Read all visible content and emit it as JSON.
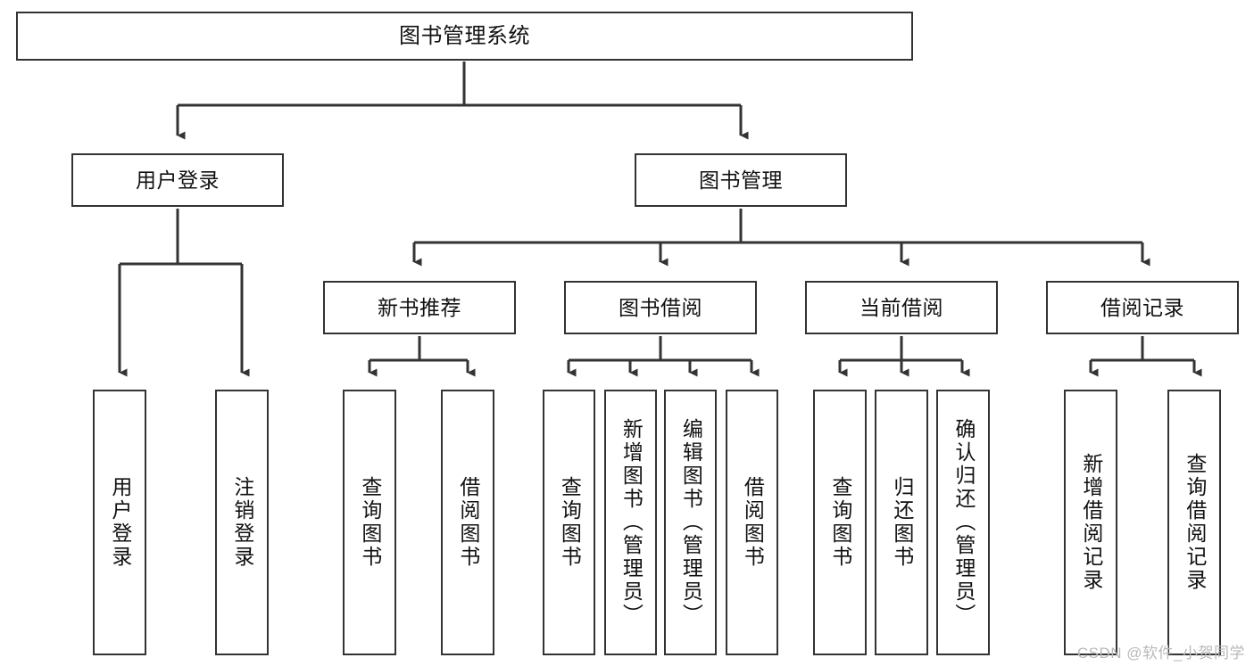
{
  "diagram": {
    "type": "tree-hierarchy",
    "title": "图书管理系统",
    "watermark": "CSDN @软件_小贺同学",
    "colors": {
      "node_border": "#333333",
      "node_fill": "#ffffff",
      "connector": "#333333",
      "text": "#111111",
      "watermark": "#b9b9b9",
      "background": "#ffffff"
    },
    "levels": {
      "root": "图书管理系统",
      "level2": [
        "用户登录",
        "图书管理"
      ],
      "level3": [
        "新书推荐",
        "图书借阅",
        "当前借阅",
        "借阅记录"
      ]
    },
    "nodes": {
      "root": {
        "label": "图书管理系统"
      },
      "user_login": {
        "label": "用户登录"
      },
      "book_manage": {
        "label": "图书管理"
      },
      "new_book_rec": {
        "label": "新书推荐"
      },
      "book_borrow": {
        "label": "图书借阅"
      },
      "current_borrow": {
        "label": "当前借阅"
      },
      "borrow_record": {
        "label": "借阅记录"
      },
      "leaf_user_login": {
        "label": "用户登录"
      },
      "leaf_logout": {
        "label": "注销登录"
      },
      "leaf_query_book_1": {
        "label": "查询图书"
      },
      "leaf_borrow_book_1": {
        "label": "借阅图书"
      },
      "leaf_query_book_2": {
        "label": "查询图书"
      },
      "leaf_add_book": {
        "label": "新增图书（管理员）"
      },
      "leaf_edit_book": {
        "label": "编辑图书（管理员）"
      },
      "leaf_borrow_book_2": {
        "label": "借阅图书"
      },
      "leaf_query_book_3": {
        "label": "查询图书"
      },
      "leaf_return_book": {
        "label": "归还图书"
      },
      "leaf_confirm_return": {
        "label": "确认归还（管理员）"
      },
      "leaf_add_record": {
        "label": "新增借阅记录"
      },
      "leaf_query_record": {
        "label": "查询借阅记录"
      }
    },
    "edges": [
      {
        "from": "root",
        "to": "user_login"
      },
      {
        "from": "root",
        "to": "book_manage"
      },
      {
        "from": "user_login",
        "to": "leaf_user_login"
      },
      {
        "from": "user_login",
        "to": "leaf_logout"
      },
      {
        "from": "book_manage",
        "to": "new_book_rec"
      },
      {
        "from": "book_manage",
        "to": "book_borrow"
      },
      {
        "from": "book_manage",
        "to": "current_borrow"
      },
      {
        "from": "book_manage",
        "to": "borrow_record"
      },
      {
        "from": "new_book_rec",
        "to": "leaf_query_book_1"
      },
      {
        "from": "new_book_rec",
        "to": "leaf_borrow_book_1"
      },
      {
        "from": "book_borrow",
        "to": "leaf_query_book_2"
      },
      {
        "from": "book_borrow",
        "to": "leaf_add_book"
      },
      {
        "from": "book_borrow",
        "to": "leaf_edit_book"
      },
      {
        "from": "book_borrow",
        "to": "leaf_borrow_book_2"
      },
      {
        "from": "current_borrow",
        "to": "leaf_query_book_3"
      },
      {
        "from": "current_borrow",
        "to": "leaf_return_book"
      },
      {
        "from": "current_borrow",
        "to": "leaf_confirm_return"
      },
      {
        "from": "borrow_record",
        "to": "leaf_add_record"
      },
      {
        "from": "borrow_record",
        "to": "leaf_query_record"
      }
    ]
  }
}
